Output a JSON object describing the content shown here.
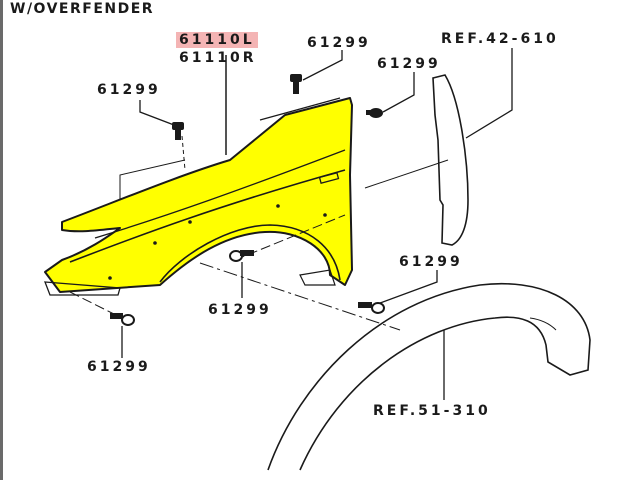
{
  "diagram": {
    "title": "W/OVERFENDER",
    "colors": {
      "part_fill": "#ffff00",
      "highlight_bg": "#f4b4b4",
      "line": "#1a1a1a",
      "border": "#6a6a6a"
    },
    "labels": {
      "fender_left": "61110L",
      "fender_right": "61110R",
      "bolt_top_center": "61299",
      "bolt_top_right": "61299",
      "bolt_top_left": "61299",
      "bolt_lower_middle": "61299",
      "bolt_lower_right": "61299",
      "bolt_lower_left": "61299",
      "ref_splash_shield": "REF.42-610",
      "ref_overfender": "REF.51-310"
    },
    "highlighted_part": "61110L"
  }
}
